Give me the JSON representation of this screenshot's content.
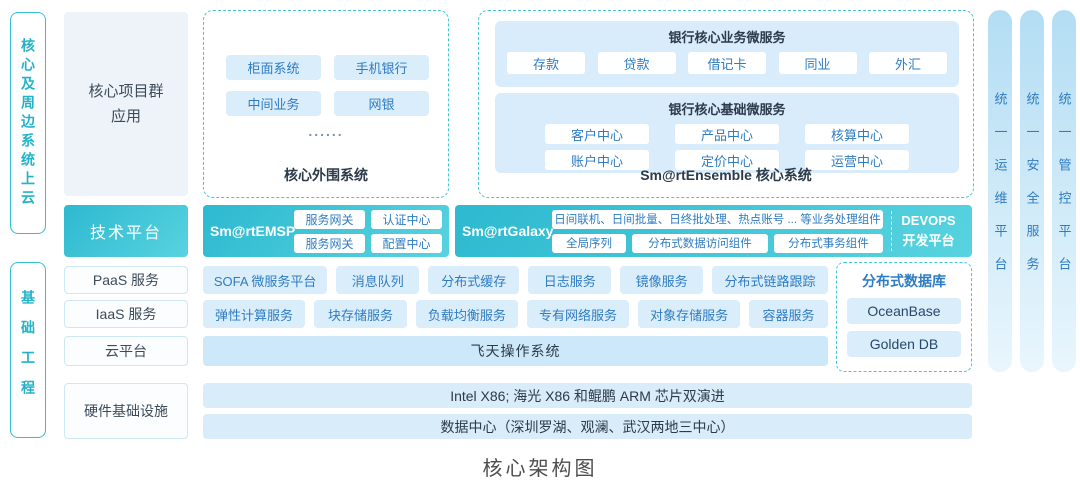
{
  "title": "核心架构图",
  "side_tags": {
    "top": "核心及周边系统上云",
    "bottom": "基础工程"
  },
  "row_headers": {
    "apps": "核心项目群应用",
    "tech": "技术平台",
    "paas": "PaaS 服务",
    "iaas": "IaaS 服务",
    "cloud": "云平台",
    "hardware": "硬件基础设施"
  },
  "peripheral": {
    "label": "核心外围系统",
    "items": [
      "柜面系统",
      "手机银行",
      "中间业务",
      "网银"
    ],
    "ellipsis": "......"
  },
  "ensemble": {
    "label": "Sm@rtEnsemble 核心系统",
    "business": {
      "title": "银行核心业务微服务",
      "items": [
        "存款",
        "贷款",
        "借记卡",
        "同业",
        "外汇"
      ]
    },
    "basic": {
      "title": "银行核心基础微服务",
      "row1": [
        "客户中心",
        "产品中心",
        "核算中心"
      ],
      "row2": [
        "账户中心",
        "定价中心",
        "运营中心"
      ]
    }
  },
  "emsp": {
    "name": "Sm@rtEMSP",
    "buttons": [
      "服务网关",
      "认证中心",
      "服务网关",
      "配置中心"
    ]
  },
  "galaxy": {
    "name": "Sm@rtGalaxy",
    "top": "日间联机、日间批量、日终批处理、热点账号 ... 等业务处理组件",
    "bottom": [
      "全局序列",
      "分布式数据访问组件",
      "分布式事务组件"
    ],
    "devops": {
      "line1": "DEVOPS",
      "line2": "开发平台"
    }
  },
  "paas_items": [
    "SOFA 微服务平台",
    "消息队列",
    "分布式缓存",
    "日志服务",
    "镜像服务",
    "分布式链路跟踪"
  ],
  "iaas_items": [
    "弹性计算服务",
    "块存储服务",
    "负载均衡服务",
    "专有网络服务",
    "对象存储服务",
    "容器服务"
  ],
  "cloud_os": "飞天操作系统",
  "database": {
    "title": "分布式数据库",
    "items": [
      "OceanBase",
      "Golden DB"
    ]
  },
  "hardware_rows": [
    "Intel X86; 海光 X86 和鲲鹏 ARM 芯片双演进",
    "数据中心（深圳罗湖、观澜、武汉两地三中心）"
  ],
  "right_strips": [
    "统一运维平台",
    "统一安全服务",
    "统一管控平台"
  ],
  "colors": {
    "accent_cyan": "#2cb8cd",
    "accent_blue": "#2e7cc3",
    "node_light_blue": "#daedfb"
  }
}
